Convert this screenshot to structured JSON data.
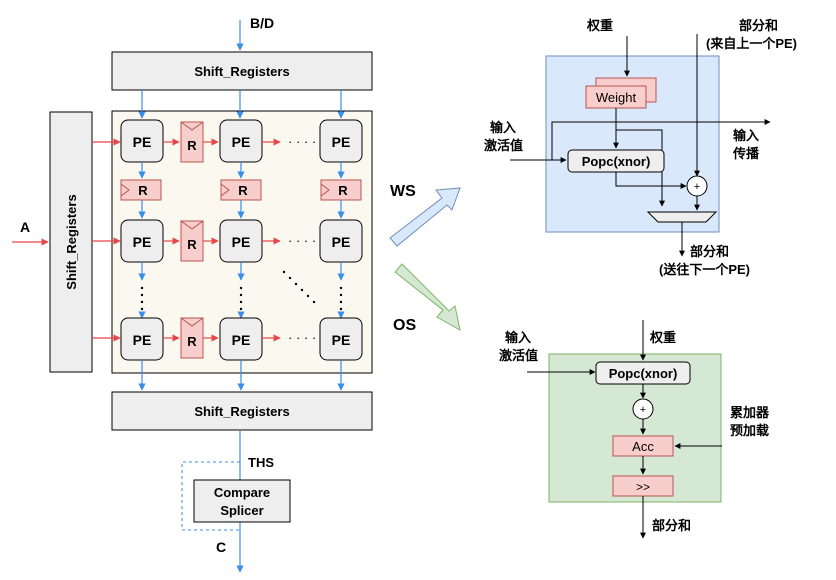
{
  "inputs": {
    "bd": "B/D",
    "a": "A",
    "c": "C"
  },
  "array": {
    "shift_top": "Shift_Registers",
    "shift_left": "Shift_Registers",
    "shift_bottom": "Shift_Registers",
    "pe": "PE",
    "reg": "R",
    "dots_h": "· · · ·",
    "dots_v": "·",
    "ths": "THS",
    "compare_line1": "Compare",
    "compare_line2": "Splicer"
  },
  "modes": {
    "ws": "WS",
    "os": "OS"
  },
  "ws_block": {
    "weight_title": "权重",
    "partial_in_1": "部分和",
    "partial_in_2": "(来自上一个PE)",
    "weight_box": "Weight",
    "act_in_1": "输入",
    "act_in_2": "激活值",
    "act_out_1": "输入",
    "act_out_2": "传播",
    "popc": "Popc(xnor)",
    "plus": "+",
    "partial_out_1": "部分和",
    "partial_out_2": "(送往下一个PE)"
  },
  "os_block": {
    "act_in_1": "输入",
    "act_in_2": "激活值",
    "weight_title": "权重",
    "popc": "Popc(xnor)",
    "plus": "+",
    "acc": "Acc",
    "shift": ">>",
    "preload_1": "累加器",
    "preload_2": "预加载",
    "partial_out": "部分和"
  },
  "colors": {
    "blue_arrow": "#3b8ee8",
    "red_arrow": "#e8474a",
    "reg_fill": "#f8cecc",
    "ws_bg": "#dae8fc",
    "os_bg": "#d5e8d4",
    "array_bg": "#fbf8ef"
  }
}
